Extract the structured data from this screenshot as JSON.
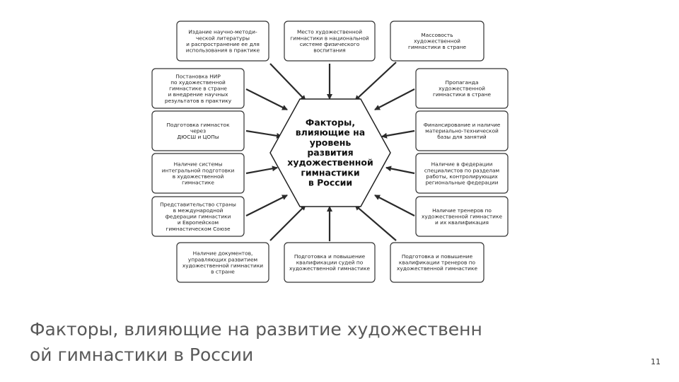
{
  "diagram": {
    "center": [
      "Факторы,",
      "влияющие на",
      "уровень",
      "развития",
      "художественной",
      "гимнастики",
      "в России"
    ],
    "factors": [
      {
        "id": "publishing",
        "lines": [
          "Издание научно-методи-",
          "ческой литературы",
          "и распространение ее для",
          "использования в практике"
        ]
      },
      {
        "id": "place-in-system",
        "lines": [
          "Место художественной",
          "гимнастики в национальной",
          "системе физического",
          "воспитания"
        ]
      },
      {
        "id": "mass-character",
        "lines": [
          "Массовость",
          "художественной",
          "гимнастики в стране"
        ]
      },
      {
        "id": "research",
        "lines": [
          "Постановка НИР",
          "по художественной",
          "гимнастике в стране",
          "и внедрение научных",
          "результатов в практику"
        ]
      },
      {
        "id": "propaganda",
        "lines": [
          "Пропаганда",
          "художественной",
          "гимнастики в стране"
        ]
      },
      {
        "id": "gymnast-training",
        "lines": [
          "Подготовка гимнасток",
          "через",
          "ДЮСШ и ЦОПы"
        ]
      },
      {
        "id": "financing",
        "lines": [
          "Финансирование и наличие",
          "материально-технической",
          "базы для занятий"
        ]
      },
      {
        "id": "integral-training",
        "lines": [
          "Наличие системы",
          "интегральной подготовки",
          "в художественной",
          "гимнастике"
        ]
      },
      {
        "id": "federation-specialists",
        "lines": [
          "Наличие в федерации",
          "специалистов по разделам",
          "работы, контролирующих",
          "региональные федерации"
        ]
      },
      {
        "id": "international-representation",
        "lines": [
          "Представительство страны",
          "в международной",
          "федерации гимнастики",
          "и Европейском",
          "гимнастическом Союзе"
        ]
      },
      {
        "id": "coaches",
        "lines": [
          "Наличие тренеров по",
          "художественной гимнастике",
          "и их квалификация"
        ]
      },
      {
        "id": "documents",
        "lines": [
          "Наличие документов,",
          "управляющих развитием",
          "художественной гимнастики",
          "в стране"
        ]
      },
      {
        "id": "judges",
        "lines": [
          "Подготовка и повышение",
          "квалификации судей по",
          "художественной гимнастике"
        ]
      },
      {
        "id": "coach-qualification",
        "lines": [
          "Подготовка и повышение",
          "квалификации тренеров по",
          "художественной гимнастике"
        ]
      }
    ]
  },
  "caption": "Факторы, влияющие на развитие художественной гимнастики в России",
  "page_number": "11",
  "colors": {
    "box_stroke": "#333333",
    "arrow": "#2a2a2a",
    "caption": "#595959"
  }
}
